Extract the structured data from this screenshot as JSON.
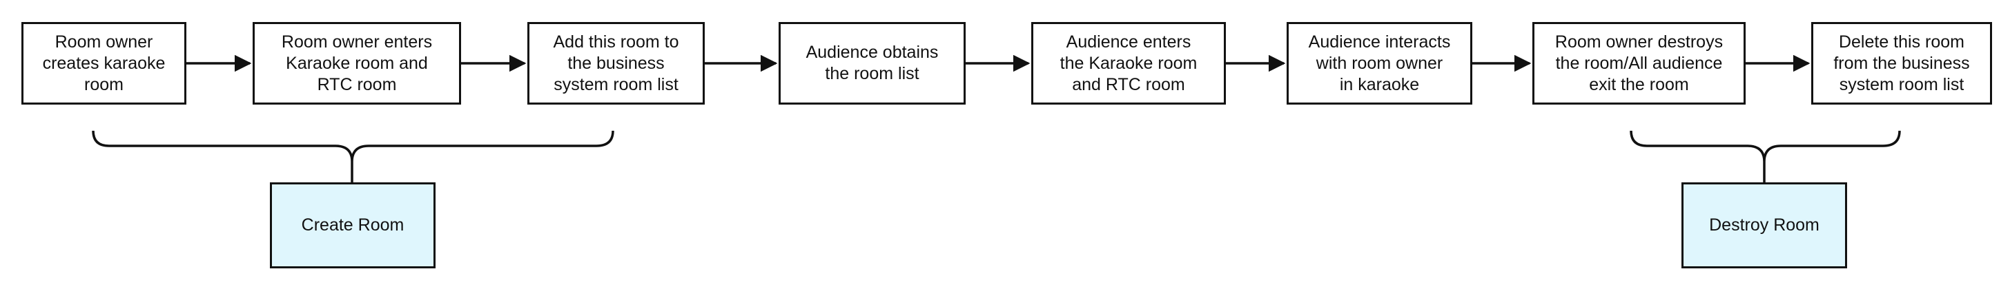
{
  "diagram": {
    "steps": [
      {
        "label": "Room owner\ncreates karaoke\nroom"
      },
      {
        "label": "Room owner enters\nKaraoke room and\nRTC room"
      },
      {
        "label": "Add this room to\nthe business\nsystem room list"
      },
      {
        "label": "Audience obtains\nthe room list"
      },
      {
        "label": "Audience enters\nthe Karaoke room\nand RTC room"
      },
      {
        "label": "Audience interacts\nwith room owner\nin karaoke"
      },
      {
        "label": "Room owner destroys\nthe room/All audience\nexit the room"
      },
      {
        "label": "Delete this room\nfrom the business\nsystem room list"
      }
    ],
    "groups": [
      {
        "label": "Create Room",
        "fill": "#dff6fd"
      },
      {
        "label": "Destroy Room",
        "fill": "#dff6fd"
      }
    ],
    "colors": {
      "stroke": "#111111",
      "box_fill": "#ffffff"
    }
  }
}
